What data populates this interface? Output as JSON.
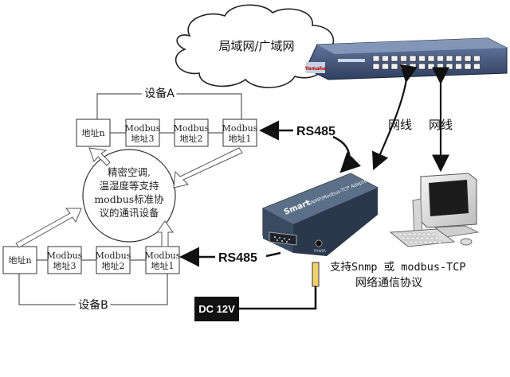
{
  "cloud": {
    "label": "局域网/广域网"
  },
  "switch": {
    "brand": "Yamaha"
  },
  "cables": {
    "network_left": "网线",
    "network_right": "网线"
  },
  "rs485": {
    "top": "RS485",
    "bottom": "RS485"
  },
  "device_a": {
    "title": "设备A",
    "nodes": [
      [
        "地址n"
      ],
      [
        "Modbus",
        "地址3"
      ],
      [
        "Modbus",
        "地址2"
      ],
      [
        "Modbus",
        "地址1"
      ]
    ]
  },
  "device_b": {
    "title": "设备B",
    "nodes": [
      [
        "地址n"
      ],
      [
        "Modbus",
        "地址3"
      ],
      [
        "Modbus",
        "地址2"
      ],
      [
        "Modbus",
        "地址1"
      ]
    ]
  },
  "center_circle": {
    "lines": [
      "精密空调,",
      "温湿度等支持",
      "modbus标准协",
      "议的通讯设备"
    ]
  },
  "converter": {
    "brand": "Smart",
    "model": "SNMP/Modbus-TCP Adapter",
    "port_label": "POWER"
  },
  "support_text": {
    "line1": "支持Snmp 或 modbus-TCP",
    "line2": "网络通信协议"
  },
  "power": {
    "label": "DC 12V"
  },
  "colors": {
    "stroke": "#333333",
    "arrow_fill": "#ffffff",
    "device_body": "#2e3c4f",
    "switch_body": "#3b4b6a"
  }
}
